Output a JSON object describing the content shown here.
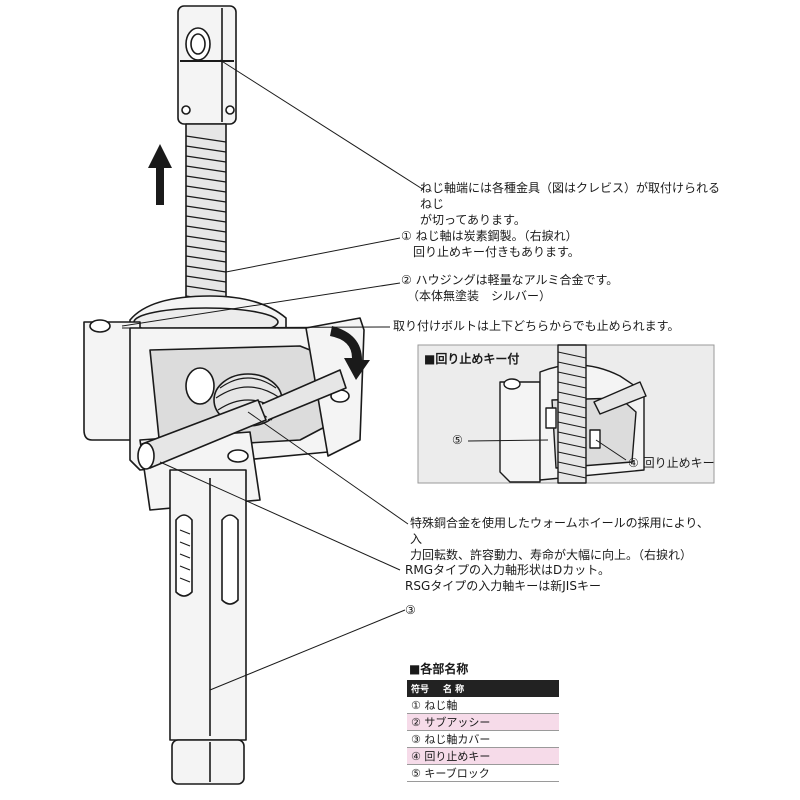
{
  "colors": {
    "outline": "#1a1a1a",
    "housing_fill": "#f4f4f4",
    "shaft_fill": "#e6e6e6",
    "inset_bg": "#ececec",
    "row_highlight": "#f6dbe9",
    "header_bg": "#222222"
  },
  "annotations": {
    "clevis": "ねじ軸端には各種金具（図はクレビス）が取付けられるねじ\nが切ってあります。",
    "screw_shaft": "① ねじ軸は炭素鋼製。（右捩れ）\n　回り止めキー付きもあります。",
    "housing": "② ハウジングは軽量なアルミ合金です。\n　（本体無塗装　シルバー）",
    "mounting_bolt": "取り付けボルトは上下どちらからでも止められます。",
    "worm_wheel": "特殊銅合金を使用したウォームホイールの採用により、入\n力回転数、許容動力、寿命が大幅に向上。（右捩れ）",
    "input_shaft": "RMGタイプの入力軸形状はDカット。\nRSGタイプの入力軸キーは新JISキー",
    "cover": "③"
  },
  "inset": {
    "title": "■回り止めキー付",
    "key_block_label": "⑤",
    "key_label": "④ 回り止めキー"
  },
  "parts": {
    "title": "■各部名称",
    "headers": [
      "符号",
      "名 称"
    ],
    "rows": [
      {
        "label": "① ねじ軸"
      },
      {
        "label": "② サブアッシー"
      },
      {
        "label": "③ ねじ軸カバー"
      },
      {
        "label": "④ 回り止めキー"
      },
      {
        "label": "⑤ キーブロック"
      }
    ]
  }
}
